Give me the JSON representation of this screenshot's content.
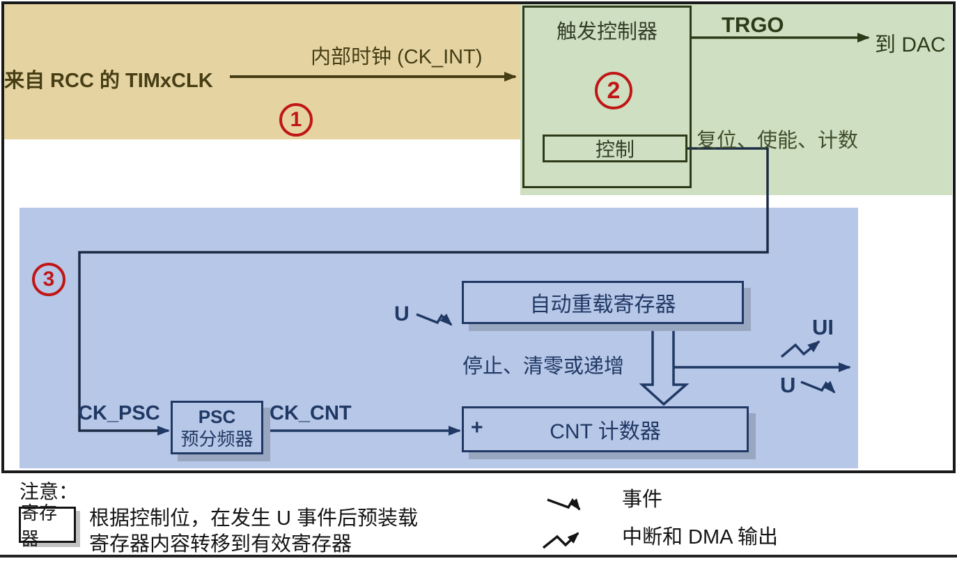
{
  "colors": {
    "tan_bg": "#e5d4a1",
    "green_bg": "#cfe0c2",
    "blue_bg": "#b7c7e7",
    "olive_text": "#463d15",
    "dark_green_line": "#2c3a18",
    "navy": "#1f3864",
    "badge_red": "#c01616",
    "shadow_blue": "#98a6c0"
  },
  "clock_section": {
    "badge": "1",
    "source_label": "来自 RCC 的 TIMxCLK",
    "arrow_label": "内部时钟 (CK_INT)"
  },
  "trigger_section": {
    "badge": "2",
    "box_title": "触发控制器",
    "control_box_label": "控制",
    "trgo_label": "TRGO",
    "dac_label": "到 DAC",
    "outputs_label": "复位、使能、计数"
  },
  "timebase_section": {
    "badge": "3",
    "arr_box_label": "自动重载寄存器",
    "u_event_label": "U",
    "behavior_label": "停止、清零或递增",
    "ck_psc_label": "CK_PSC",
    "psc_box_line1": "PSC",
    "psc_box_line2": "预分频器",
    "ck_cnt_label": "CK_CNT",
    "cnt_plus": "+",
    "cnt_box_label": "CNT 计数器",
    "ui_label": "UI",
    "u_output_label": "U"
  },
  "notes": {
    "title": "注意：",
    "register_box_label": "寄存器",
    "line1": "根据控制位，在发生 U 事件后预装载",
    "line2": "寄存器内容转移到有效寄存器",
    "legend_event": "事件",
    "legend_interrupt": "中断和 DMA 输出"
  }
}
